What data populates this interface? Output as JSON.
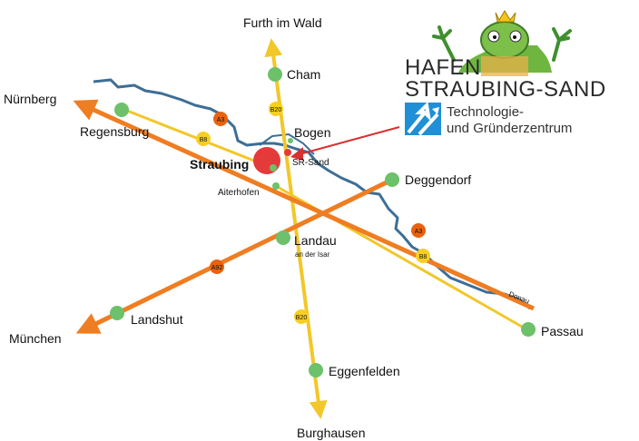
{
  "colors": {
    "motorway": "#ef7d22",
    "federal_road": "#f2c72a",
    "river": "#3d6e96",
    "city_dot": "#6cc16a",
    "straubing_dot": "#e53a3a",
    "shield_motorway": "#e8620f",
    "shield_federal": "#f7cf22",
    "pointer": "#d93030",
    "logo_blue": "#1f8fd6"
  },
  "cities": {
    "furth": "Furth im Wald",
    "cham": "Cham",
    "nuernberg": "Nürnberg",
    "regensburg": "Regensburg",
    "bogen": "Bogen",
    "sr_sand": "SR-Sand",
    "straubing": "Straubing",
    "aiterhofen": "Aiterhofen",
    "deggendorf": "Deggendorf",
    "landau": "Landau",
    "landau_sub": "an der Isar",
    "muenchen": "München",
    "landshut": "Landshut",
    "passau": "Passau",
    "eggenfelden": "Eggenfelden",
    "burghausen": "Burghausen"
  },
  "rivers": {
    "donau": "Donau"
  },
  "shields": {
    "a3_west": "A3",
    "a3_east": "A3",
    "a92": "A92",
    "b8_west": "B8",
    "b8_east": "B8",
    "b20_north": "B20",
    "b20_south": "B20"
  },
  "logo": {
    "line1": "HAFEN",
    "line2": "STRAUBING-SAND",
    "sub1": "Technologie-",
    "sub2": "und Gründerzentrum",
    "mascot": "frog-mascot-icon"
  }
}
